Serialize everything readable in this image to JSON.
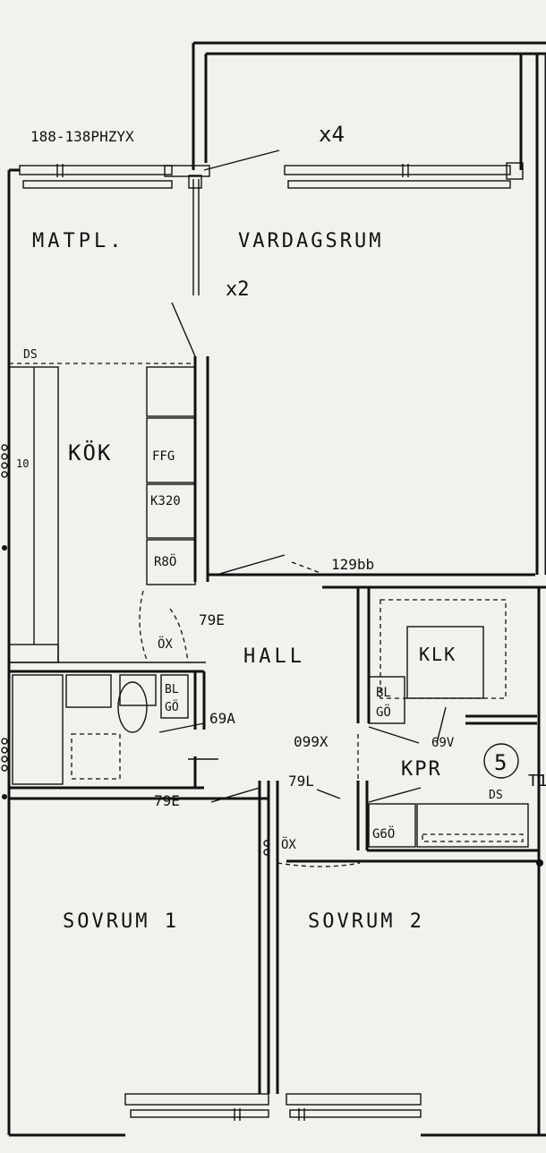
{
  "plan": {
    "code_label": "188-138PHZYX",
    "markers": {
      "x4": "x4",
      "x2": "x2",
      "apartment_no": "5",
      "t1": "T1"
    },
    "rooms": {
      "dining": "MATPL.",
      "living": "VARDAGSRUM",
      "kitchen": "KÖK",
      "hall": "HALL",
      "storage": "KLK",
      "closet": "KPR",
      "bedroom1": "SOVRUM 1",
      "bedroom2": "SOVRUM 2"
    },
    "labels": {
      "ds_top": "DS",
      "ds_right": "DS",
      "ffg": "FFG",
      "k320": "K320",
      "r80": "R8Ö",
      "t10": "10",
      "ox1": "ÖX",
      "ox2": "ÖX",
      "bl_go_bath": [
        "BL",
        "GÖ"
      ],
      "bl_go_kpr": [
        "BL",
        "GÖ"
      ],
      "g60": "G6Ö",
      "d129": "129bb",
      "d79e_1": "79E",
      "d79e_2": "79E",
      "d69a": "69A",
      "d69v": "69V",
      "d099x": "099X",
      "d79l": "79L"
    }
  }
}
